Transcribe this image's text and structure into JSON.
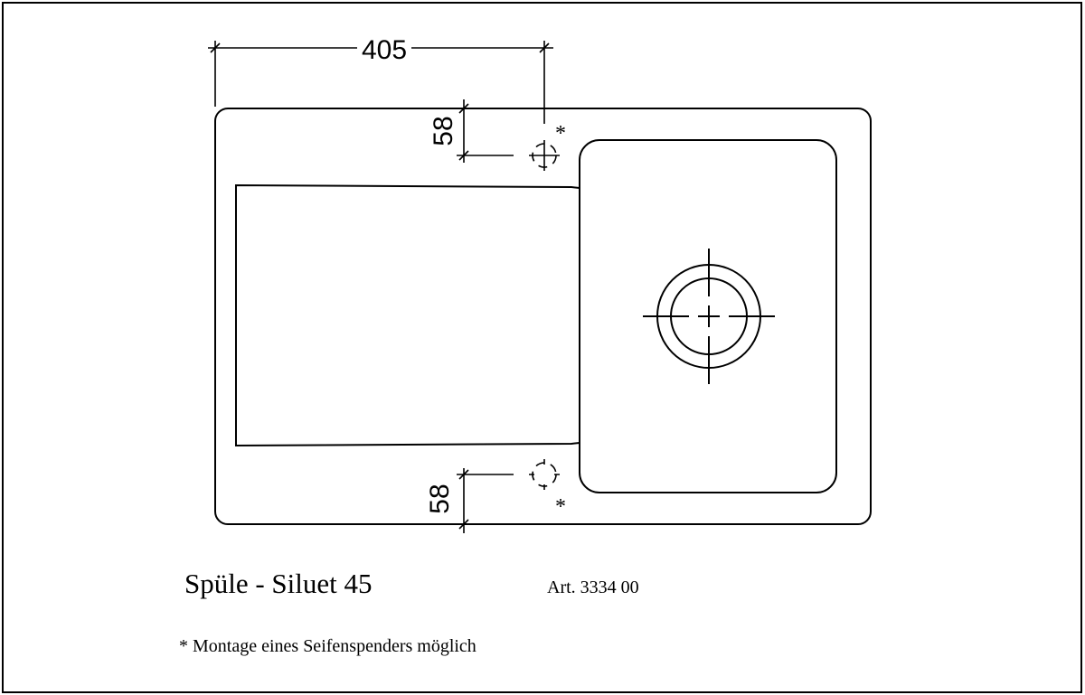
{
  "dimensions": {
    "width_to_soap_hole": "405",
    "top_offset": "58",
    "bottom_offset": "58"
  },
  "markers": {
    "top_asterisk": "*",
    "bottom_asterisk": "*"
  },
  "title": "Spüle - Siluet 45",
  "article": "Art. 3334 00",
  "footnote": "* Montage eines Seifenspenders möglich"
}
